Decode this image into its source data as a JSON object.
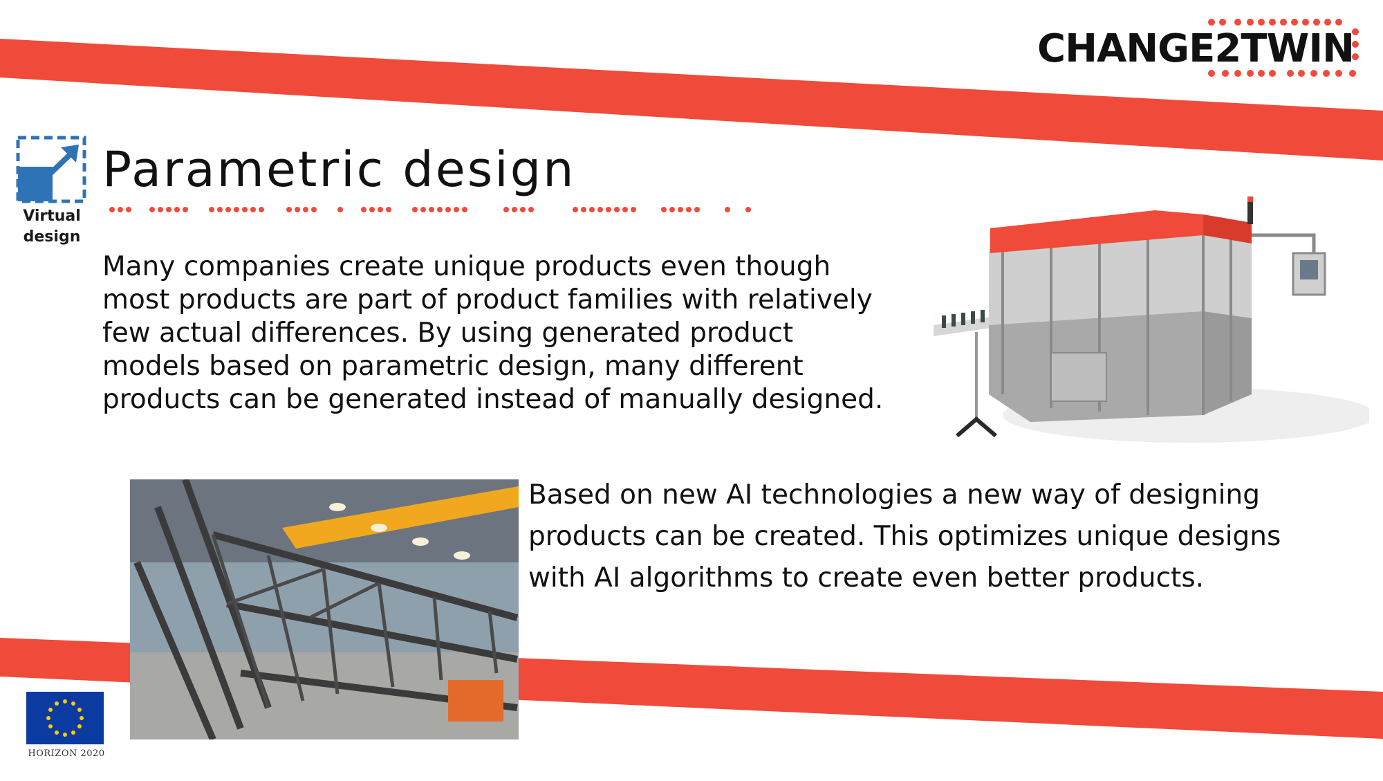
{
  "logo": {
    "text": "CHANGE2TWIN",
    "brand_color": "#f04a3a"
  },
  "badge": {
    "icon": "virtual-design-icon",
    "label": "Virtual design",
    "color": "#2f73b7"
  },
  "slide": {
    "title": "Parametric design",
    "paragraph_1": "Many companies create unique products even though most products are part of product families with relatively few actual differences. By using generated product models based on parametric design, many different products can be generated instead of manually designed.",
    "paragraph_2": "Based on new AI technologies a new way of designing products can be created. This optimizes unique designs with AI algorithms to create even better products."
  },
  "images": {
    "machine": "bottling-machine-illustration",
    "photo": "factory-steel-structure-photo"
  },
  "footer": {
    "program_label": "HORIZON 2020",
    "flag_icon": "eu-flag-icon"
  },
  "colors": {
    "accent": "#f04a3a",
    "text": "#111111",
    "eu_blue": "#0b3aa0",
    "eu_star": "#ffcc00"
  }
}
